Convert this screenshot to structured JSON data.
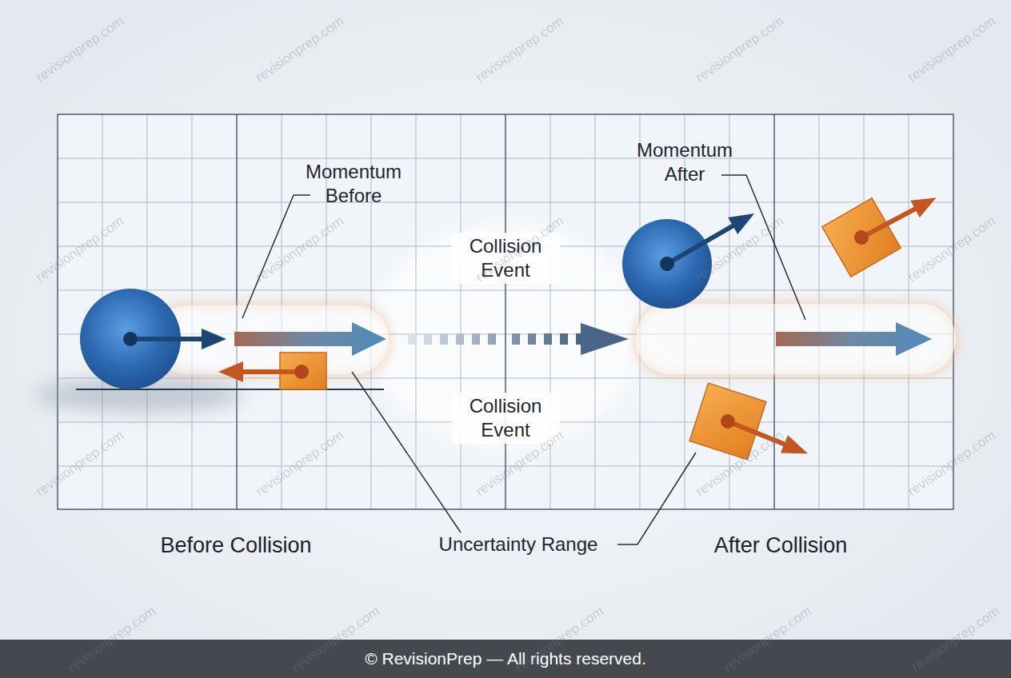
{
  "diagram": {
    "nodes": [
      {
        "text": [
          "© RevisionPrep — All rights reserved."
        ]
      }
    ],
    "labels": [
      "Momentum Before",
      "Collision Event",
      "Collision Event",
      "Momentum After",
      "Uncertainty Range",
      "Before Collision",
      "After Collision",
      "revisionprep.com",
      "revisionprep.com",
      "revisionprep.com",
      "revisionprep.com",
      "revisionprep.com",
      "revisionprep.com",
      "revisionprep.com",
      "revisionprep.com",
      "revisionprep.com",
      "revisionprep.com",
      "revisionprep.com",
      "revisionprep.com",
      "revisionprep.com",
      "revisionprep.com",
      "revisionprep.com",
      "revisionprep.com",
      "revisionprep.com",
      "revisionprep.com",
      "revisionprep.com",
      "revisionprep.com"
    ]
  }
}
